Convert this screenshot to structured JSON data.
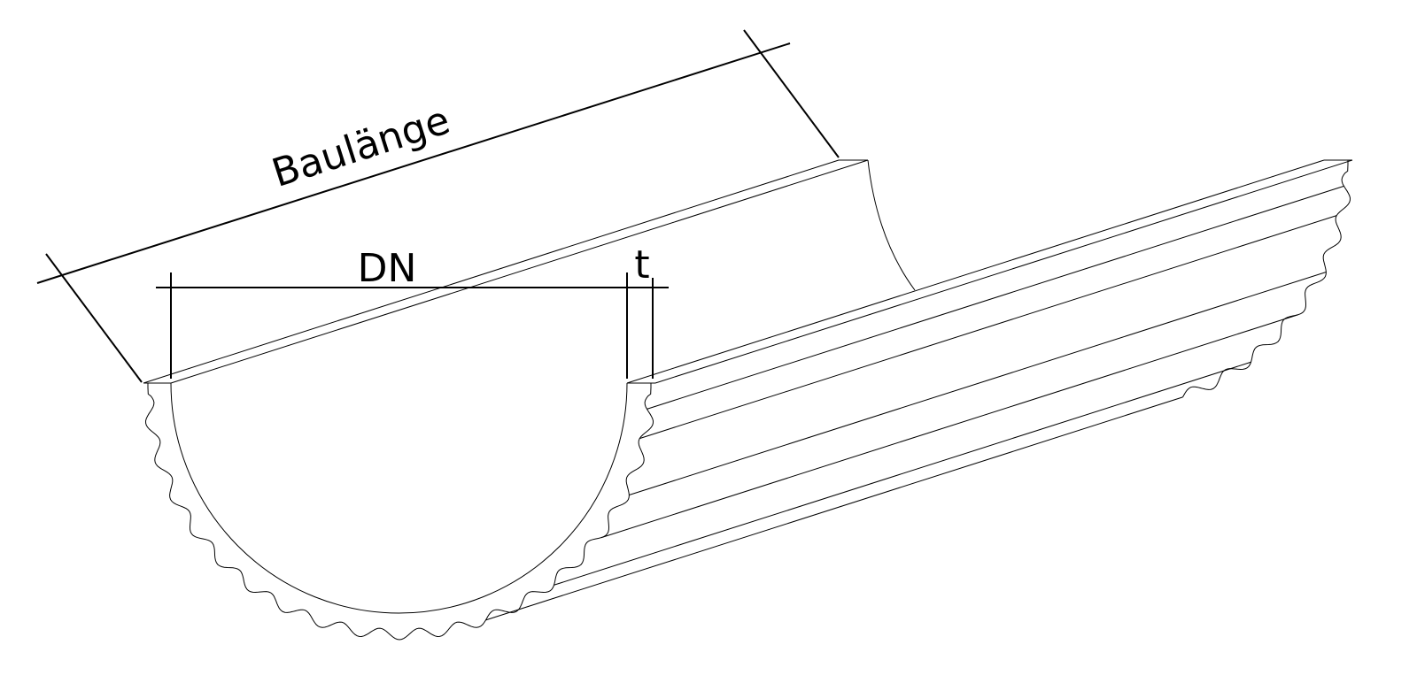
{
  "labels": {
    "length": "Baulänge",
    "diameter": "DN",
    "thickness": "t"
  },
  "colors": {
    "line": "#000000",
    "background": "#ffffff"
  }
}
